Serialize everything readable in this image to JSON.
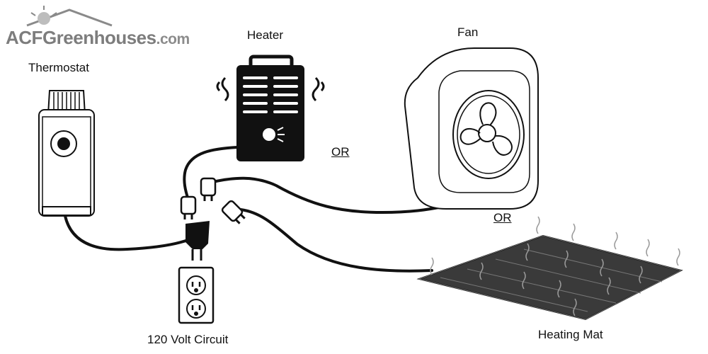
{
  "logo": {
    "brand": "ACF",
    "name": "Greenhouses",
    "domain": ".com"
  },
  "labels": {
    "thermostat": "Thermostat",
    "heater": "Heater",
    "fan": "Fan",
    "or_1": "OR",
    "or_2": "OR",
    "outlet": "120 Volt Circuit",
    "mat": "Heating Mat"
  },
  "colors": {
    "ink": "#111111",
    "logo": "#7d7d7d",
    "mat": "#3a3a3a"
  }
}
